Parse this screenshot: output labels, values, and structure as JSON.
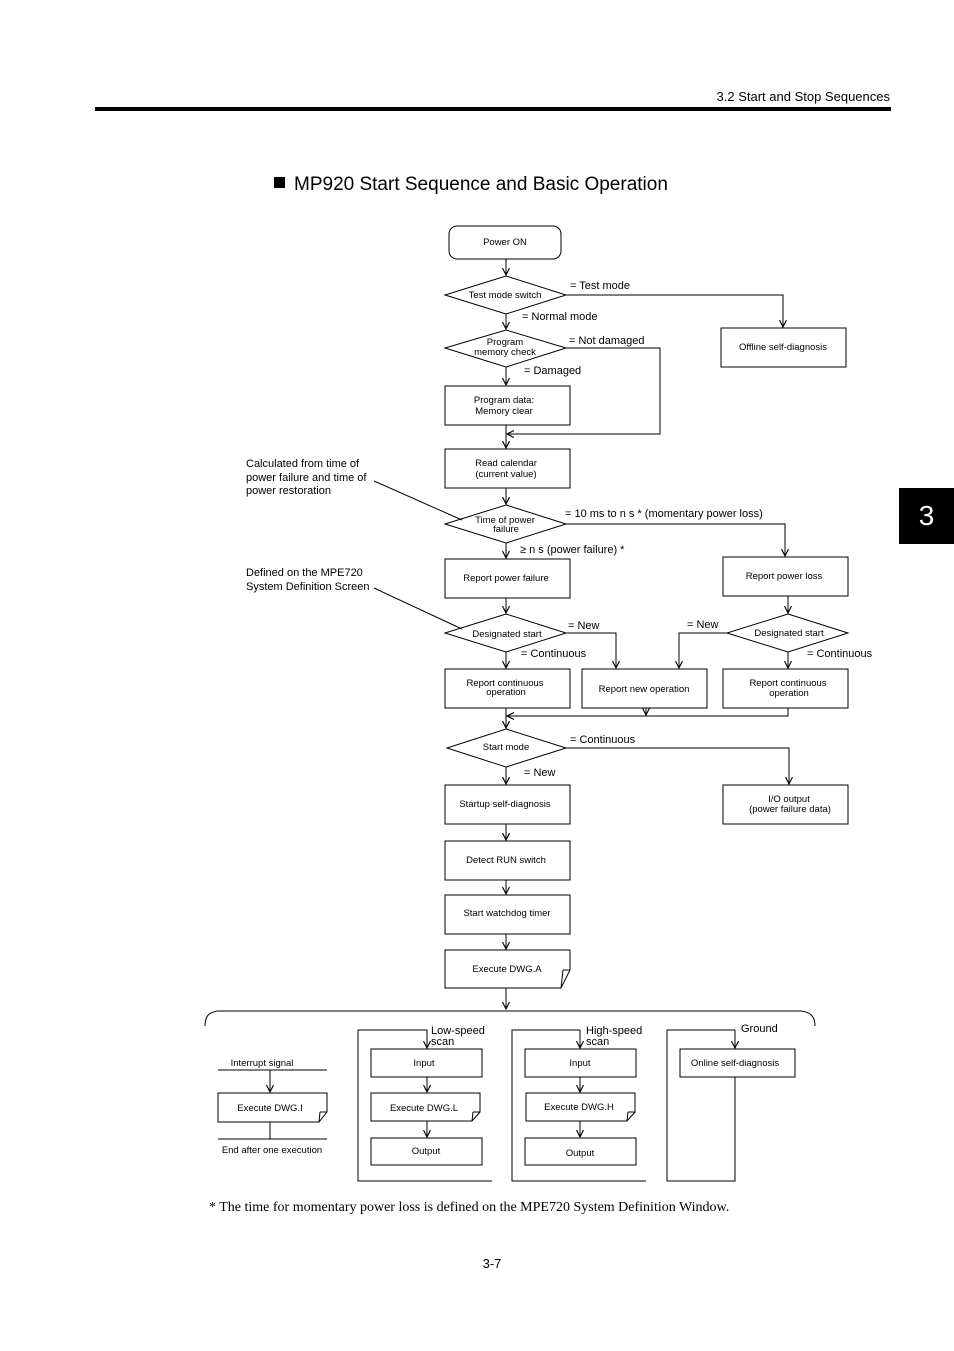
{
  "header": {
    "section": "3.2  Start and Stop Sequences",
    "chapter_tab": "3"
  },
  "title": "MP920 Start Sequence and Basic Operation",
  "flow": {
    "power_on": "Power ON",
    "test_mode_switch": "Test mode switch",
    "test_mode": "= Test mode",
    "normal_mode": "= Normal mode",
    "offline_self_diagnosis": "Offline self-diagnosis",
    "program_memory_check": [
      "Program",
      "memory check"
    ],
    "not_damaged": "= Not damaged",
    "damaged": "= Damaged",
    "program_data_clear": [
      "Program data:",
      "Memory clear"
    ],
    "read_calendar": [
      "Read calendar",
      "(current value)"
    ],
    "calendar_note": [
      "Calculated from time of",
      "power failure and time of",
      "power restoration"
    ],
    "time_of_power_failure": [
      "Time of power",
      "failure"
    ],
    "momentary_loss": "= 10 ms to n s * (momentary power loss)",
    "power_failure": "≥ n s (power failure) *",
    "report_power_failure": "Report power failure",
    "report_power_loss": "Report power loss",
    "definition_note": [
      "Defined on the MPE720",
      "System Definition Screen"
    ],
    "designated_start": "Designated start",
    "new": "= New",
    "continuous": "= Continuous",
    "report_continuous_operation": [
      "Report continuous",
      "operation"
    ],
    "report_new_operation": "Report new operation",
    "start_mode": "Start mode",
    "startup_self_diagnosis": "Startup self-diagnosis",
    "io_output": [
      "I/O output",
      "(power failure data)"
    ],
    "detect_run_switch": "Detect RUN switch",
    "start_watchdog_timer": "Start watchdog timer",
    "execute_dwg_a": "Execute DWG.A"
  },
  "tasks": {
    "interrupt_signal": "Interrupt signal",
    "execute_dwg_i": "Execute DWG.I",
    "end_after_one": "End after one execution",
    "low_speed_scan": [
      "Low-speed",
      "scan"
    ],
    "high_speed_scan": [
      "High-speed",
      "scan"
    ],
    "ground": "Ground",
    "input": "Input",
    "output": "Output",
    "execute_dwg_l": "Execute DWG.L",
    "execute_dwg_h": "Execute DWG.H",
    "online_self_diagnosis": "Online self-diagnosis"
  },
  "footnote": "*  The time for momentary power loss is defined on the MPE720 System Definition Window.",
  "page_number": "3-7"
}
